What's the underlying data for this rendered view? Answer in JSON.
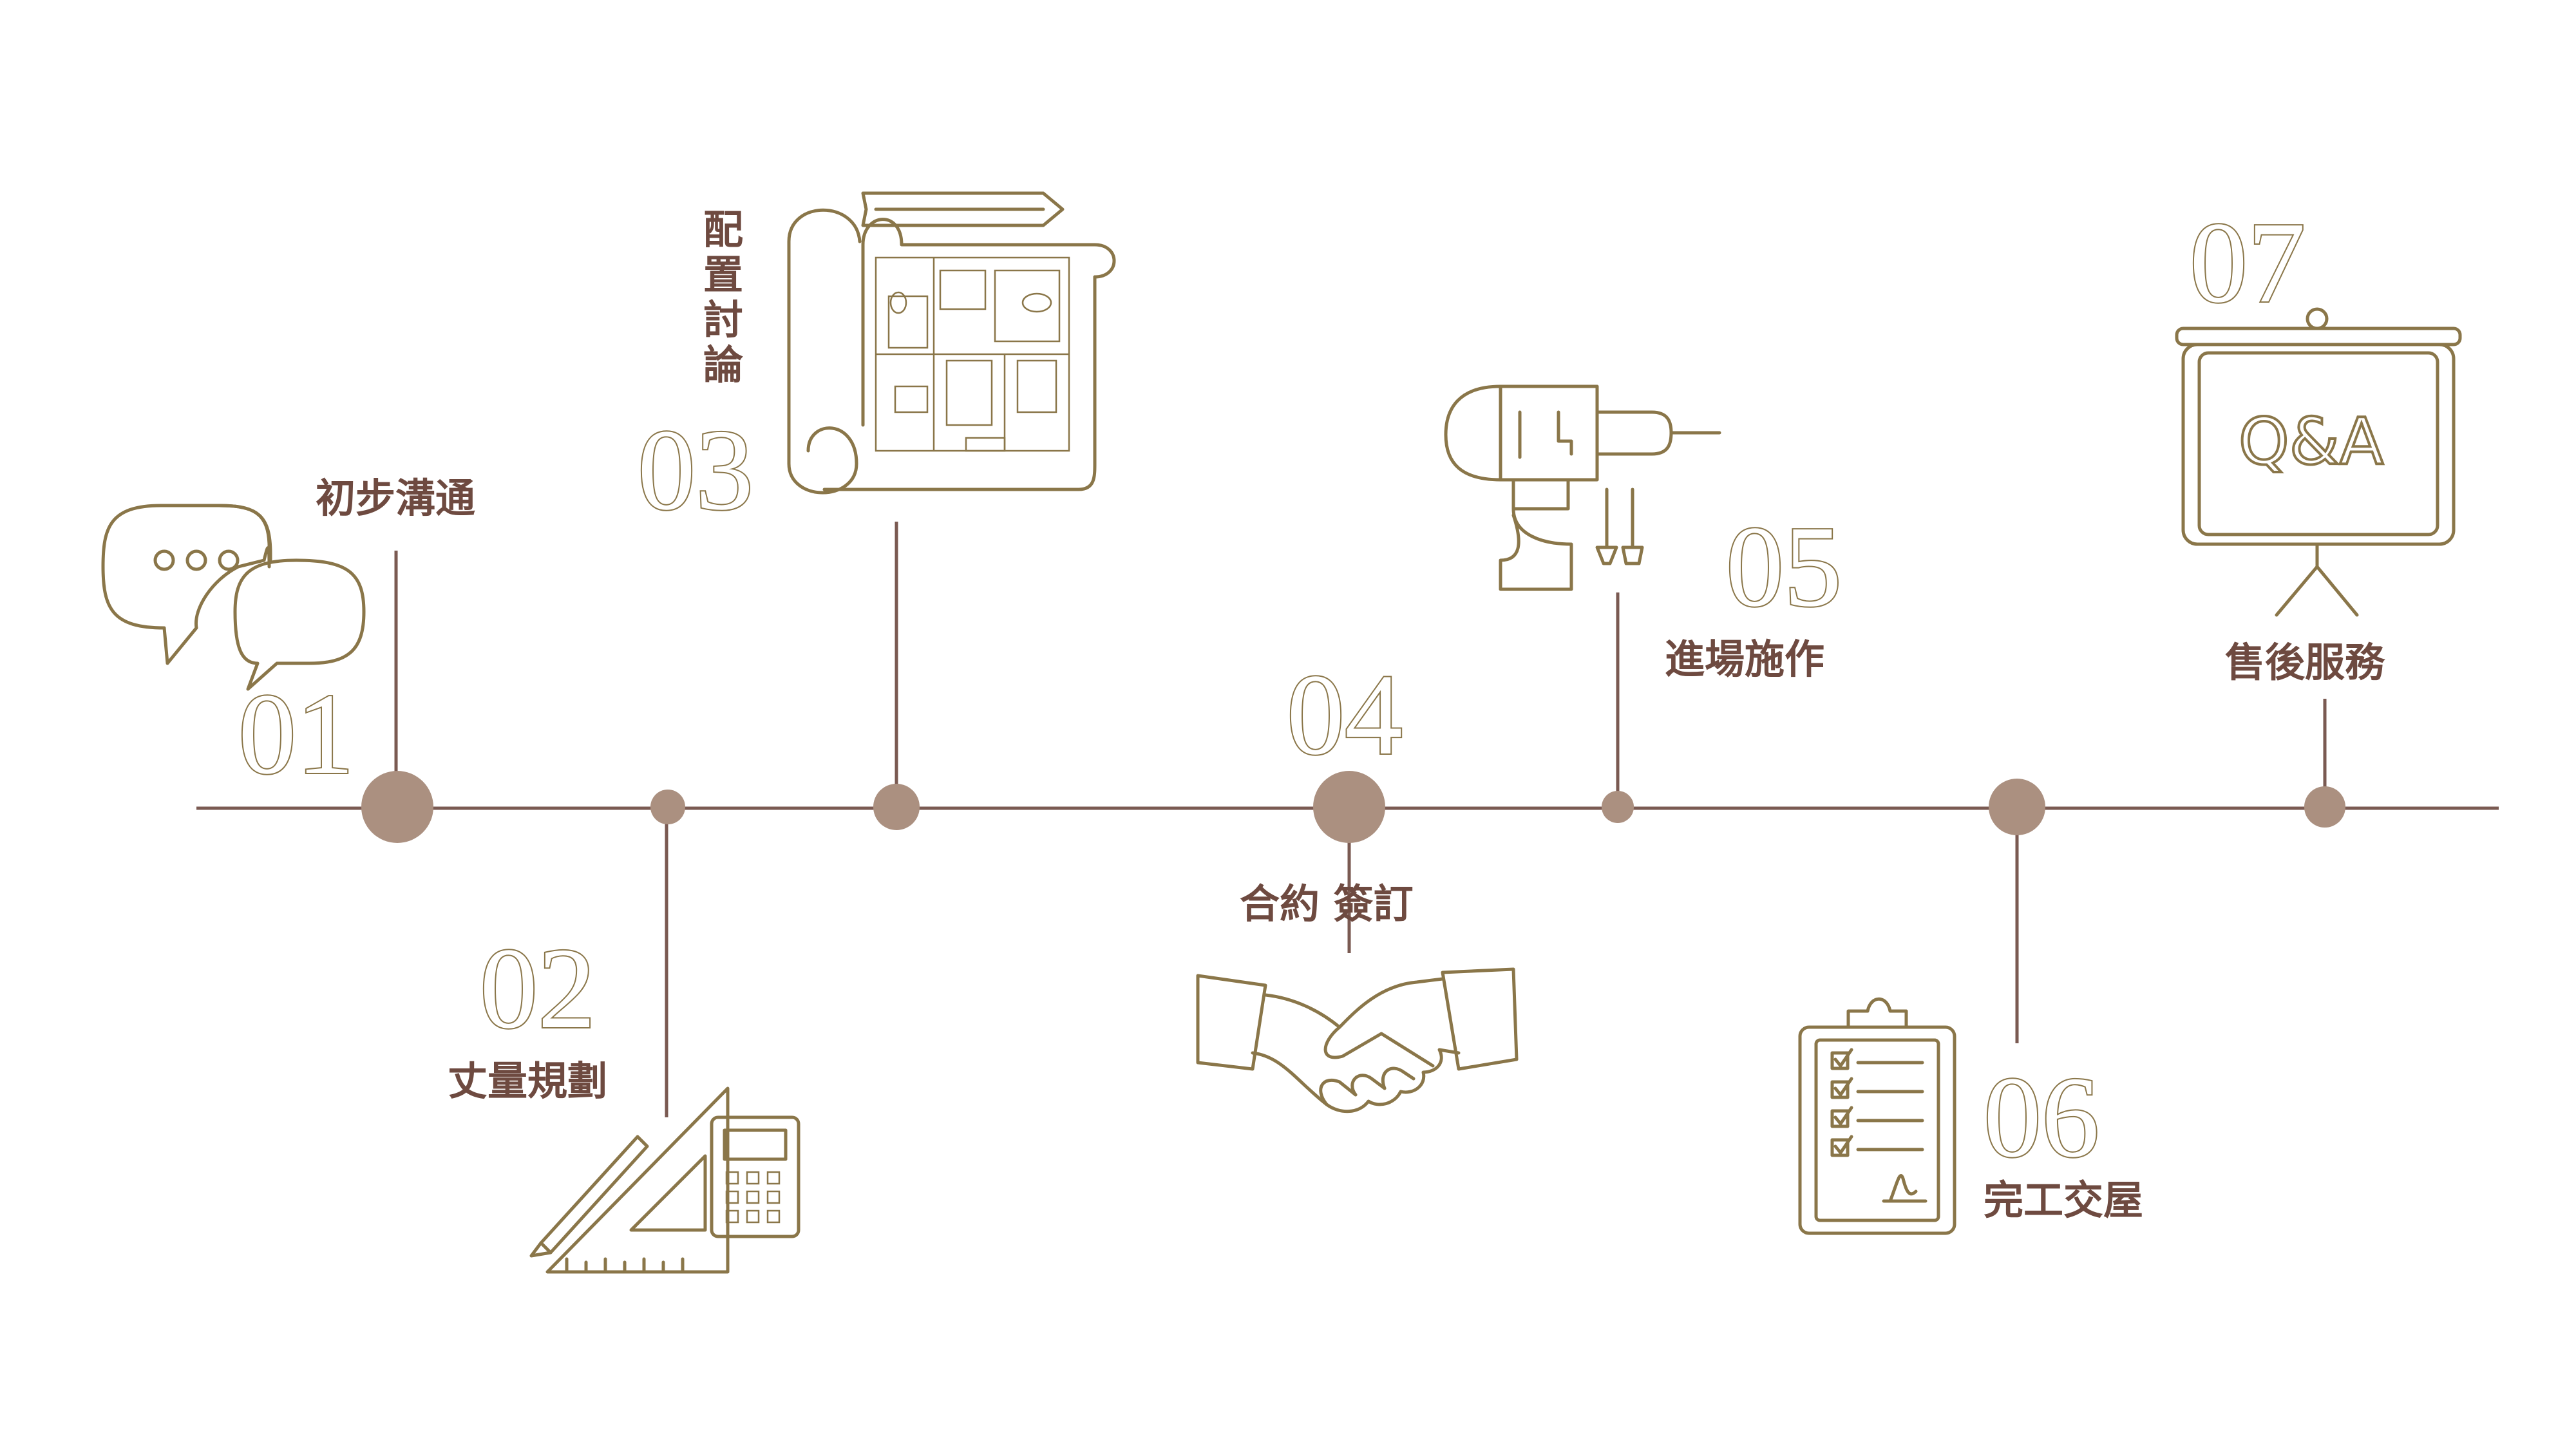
{
  "colors": {
    "line": "#7a5a52",
    "node": "#ab9080",
    "number_outline": "#8a7649",
    "icon_stroke": "#8a7649",
    "label": "#6e4a40"
  },
  "steps": [
    {
      "number": "01",
      "label": "初步溝通",
      "icon": "chat-bubbles-icon"
    },
    {
      "number": "02",
      "label": "丈量規劃",
      "icon": "ruler-pencil-calculator-icon"
    },
    {
      "number": "03",
      "label": "配置討論",
      "icon": "floor-plan-blueprint-icon"
    },
    {
      "number": "04",
      "label": "合約 簽訂",
      "icon": "handshake-icon"
    },
    {
      "number": "05",
      "label": "進場施作",
      "icon": "power-drill-icon"
    },
    {
      "number": "06",
      "label": "完工交屋",
      "icon": "checklist-clipboard-icon"
    },
    {
      "number": "07",
      "label": "售後服務",
      "icon": "qa-presentation-board-icon"
    }
  ],
  "qa_board_text": "Q&A"
}
